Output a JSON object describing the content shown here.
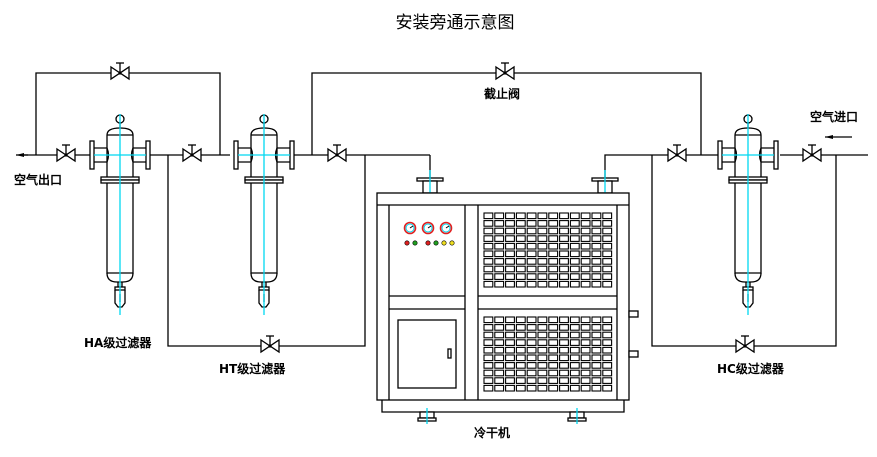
{
  "title": "安装旁通示意图",
  "labels": {
    "air_outlet": "空气出口",
    "air_inlet": "空气进口",
    "shutoff_valve": "截止阀",
    "ha_filter": "HA级过滤器",
    "ht_filter": "HT级过滤器",
    "hc_filter": "HC级过滤器",
    "dryer": "冷干机"
  },
  "colors": {
    "line": "#000000",
    "centerline": "#00d8f0",
    "gauge_ring": "#e02020",
    "indicator_red": "#e02020",
    "indicator_green": "#20a020",
    "indicator_yellow": "#f0e020"
  },
  "dryer_panel": {
    "gauges": 3,
    "indicator_lights": [
      "red",
      "green",
      "red",
      "green",
      "yellow",
      "yellow"
    ]
  },
  "flow": {
    "inlet_arrow": "arrow-left-icon",
    "outlet_arrow": "arrow-left-icon"
  }
}
